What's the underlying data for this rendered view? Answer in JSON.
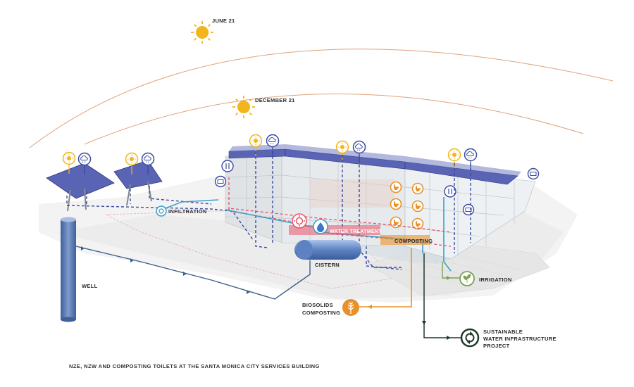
{
  "labels": {
    "june": "JUNE 21",
    "december": "DECEMBER 21",
    "infiltration": "INFILTRATION",
    "water_treatment": "WATER TREATMENT",
    "composting": "COMPOSTING",
    "cistern": "CISTERN",
    "well": "WELL",
    "irrigation": "IRRIGATION",
    "biosolids_1": "BIOSOLIDS",
    "biosolids_2": "COMPOSTING",
    "swip_1": "SUSTAINABLE",
    "swip_2": "WATER INFRASTRUCTURE",
    "swip_3": "PROJECT",
    "caption": "NZE, NZW AND COMPOSTING TOILETS AT THE SANTA MONICA CITY SERVICES BUILDING"
  },
  "colors": {
    "sun": "#f2b51c",
    "sun_arc": "#e0a27a",
    "solar_panel": "#5a64b4",
    "rain_dash": "#3a4aa0",
    "water_line": "#3aa0c8",
    "recycled_dash": "#e8546a",
    "compost": "#e8912a",
    "irrigation_green": "#7aa050",
    "swip_green": "#1e3a2a",
    "well_blue": "#6a86b8"
  },
  "icons": [
    "sun-icon",
    "cloud-icon",
    "toilet-icon",
    "device-icon",
    "gear-icon",
    "water-drop-icon",
    "leaf-icon",
    "wheat-icon",
    "recycle-icon"
  ]
}
